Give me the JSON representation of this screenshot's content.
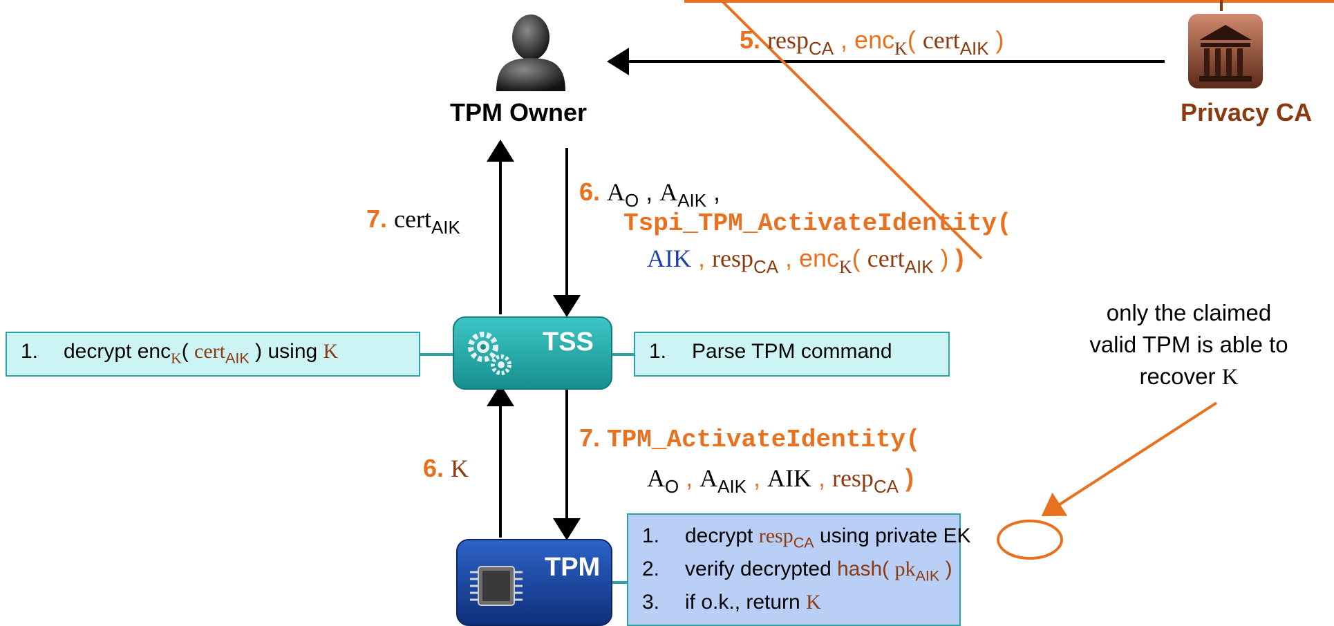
{
  "actors": {
    "owner": {
      "label": "TPM Owner",
      "icon": "person-silhouette-icon"
    },
    "ca": {
      "label": "Privacy CA",
      "icon": "courthouse-building-icon"
    },
    "tss": {
      "label": "TSS",
      "icon": "gears-icon"
    },
    "tpm": {
      "label": "TPM",
      "icon": "microchip-icon"
    }
  },
  "step5": {
    "num": "5.",
    "resp": "resp",
    "resp_sub": "CA",
    "sep": " , ",
    "enc": "enc",
    "enc_sub": "K",
    "open": "( ",
    "cert": "cert",
    "cert_sub": "AIK",
    "close": " )"
  },
  "step6_owner": {
    "num": "6.",
    "ao": "A",
    "ao_sub": "O",
    "comma1": " , ",
    "aaik": "A",
    "aaik_sub": "AIK",
    "comma2": " ,",
    "func": "Tspi_TPM_ActivateIdentity(",
    "aik": "AIK",
    "comma3": " , ",
    "resp": "resp",
    "resp_sub": "CA",
    "comma4": " , ",
    "enc": "enc",
    "enc_sub": "K",
    "open": "( ",
    "cert": "cert",
    "cert_sub": "AIK",
    "close1": " ) ",
    "close2": ")"
  },
  "step7_owner": {
    "num": "7.",
    "cert": "cert",
    "cert_sub": "AIK"
  },
  "tss_left_box": {
    "n": "1.",
    "text": "decrypt enc",
    "sub": "K",
    "open": "( ",
    "cert": "cert",
    "cert_sub": "AIK",
    "close": " ) using ",
    "k": "K"
  },
  "tss_right_box": {
    "n": "1.",
    "text": "Parse TPM command"
  },
  "step6_tpm": {
    "num": "6.",
    "k": "K"
  },
  "step7_tpm": {
    "num": "7.",
    "func": "TPM_ActivateIdentity(",
    "ao": "A",
    "ao_sub": "O",
    "c1": " , ",
    "aaik": "A",
    "aaik_sub": "AIK",
    "c2": " , ",
    "aik": "AIK",
    "c3": " , ",
    "resp": "resp",
    "resp_sub": "CA",
    "close": " )"
  },
  "tpm_box": {
    "items": [
      {
        "n": "1.",
        "a": "decrypt ",
        "resp": "resp",
        "resp_sub": "CA",
        "b": " using private ",
        "ek": "EK"
      },
      {
        "n": "2.",
        "a": "verify decrypted ",
        "hash": "hash( ",
        "pk": "pk",
        "pk_sub": "AIK",
        "close": " )"
      },
      {
        "n": "3.",
        "a": "if o.k., return ",
        "k": "K"
      }
    ]
  },
  "note": {
    "line1": "only the claimed",
    "line2": "valid TPM is able to",
    "line3": "recover ",
    "k": "K"
  },
  "colors": {
    "orange": "#e8701e",
    "brown": "#8b3a10",
    "teal": "#2aa3a3",
    "tpm_blue": "#1f4fb0",
    "box_cyan": "#cdf4f4",
    "box_blue": "#b9cff5"
  }
}
